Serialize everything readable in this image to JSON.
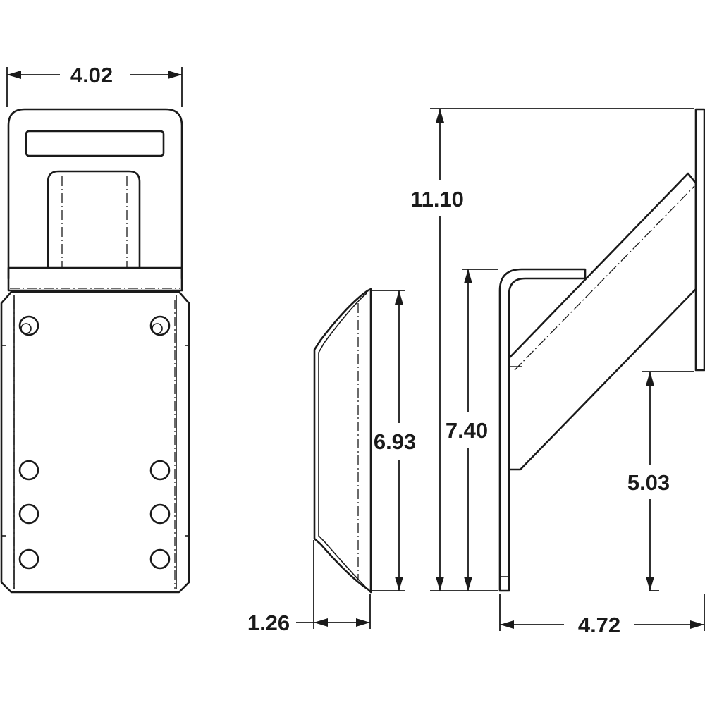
{
  "dimensions": {
    "front_width": "4.02",
    "side_height": "6.93",
    "side_depth": "1.26",
    "overall_height": "11.10",
    "mount_height": "7.40",
    "lower_height": "5.03",
    "overall_depth": "4.72"
  }
}
